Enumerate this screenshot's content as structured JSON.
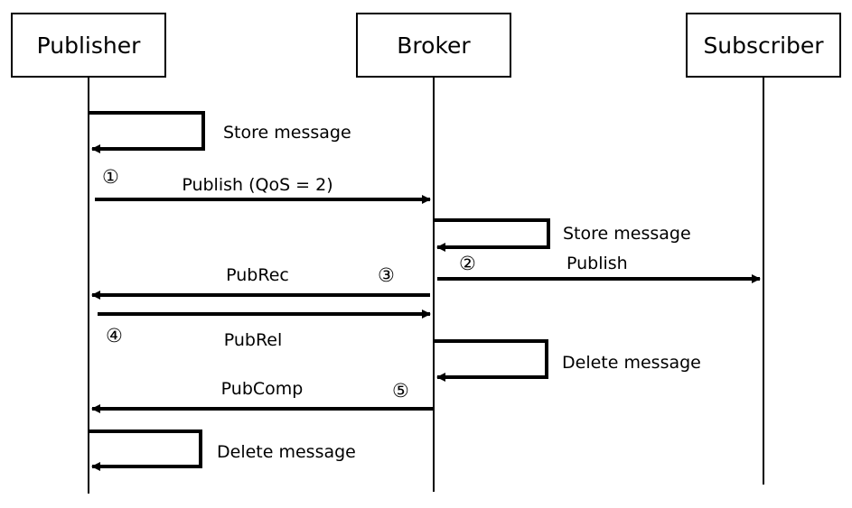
{
  "actors": {
    "publisher": "Publisher",
    "broker": "Broker",
    "subscriber": "Subscriber"
  },
  "messages": {
    "store_publisher": "Store message",
    "publish_qos": "Publish (QoS = 2)",
    "store_broker": "Store message",
    "publish_sub": "Publish",
    "pubrec": "PubRec",
    "pubrel": "PubRel",
    "delete_broker": "Delete message",
    "pubcomp": "PubComp",
    "delete_publisher": "Delete message"
  },
  "steps": {
    "s1": "①",
    "s2": "②",
    "s3": "③",
    "s4": "④",
    "s5": "⑤"
  }
}
